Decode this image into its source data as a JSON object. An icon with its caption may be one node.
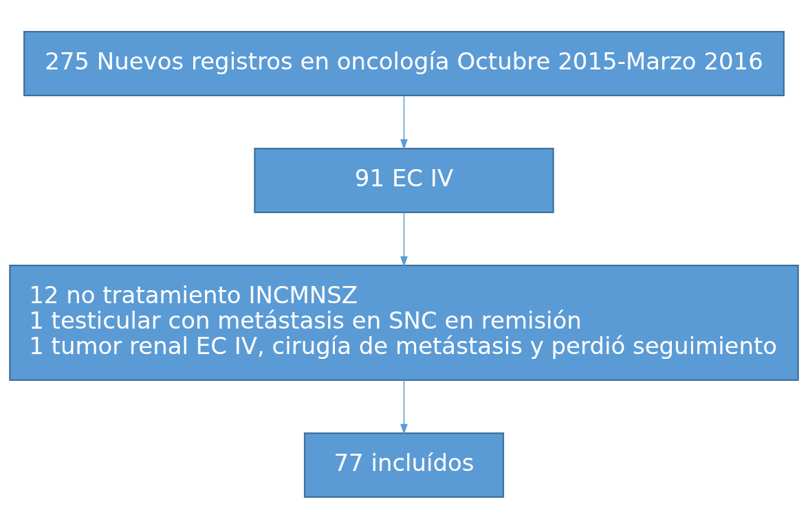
{
  "diagram": {
    "nodes": [
      {
        "text": [
          "275 Nuevos registros en oncología Octubre 2015-Marzo 2016"
        ]
      },
      {
        "text": [
          "91 EC IV"
        ]
      },
      {
        "text": [
          "12 no tratamiento INCMNSZ",
          "1 testicular con metástasis en SNC en remisión",
          "1 tumor renal EC IV, cirugía de metástasis y perdió seguimiento"
        ]
      },
      {
        "text": [
          "77 incluídos"
        ]
      }
    ],
    "edges": [
      {
        "from": 0,
        "to": 1,
        "arrow": "to"
      },
      {
        "from": 1,
        "to": 2,
        "arrow": "to"
      },
      {
        "from": 2,
        "to": 3,
        "arrow": "to"
      }
    ]
  }
}
